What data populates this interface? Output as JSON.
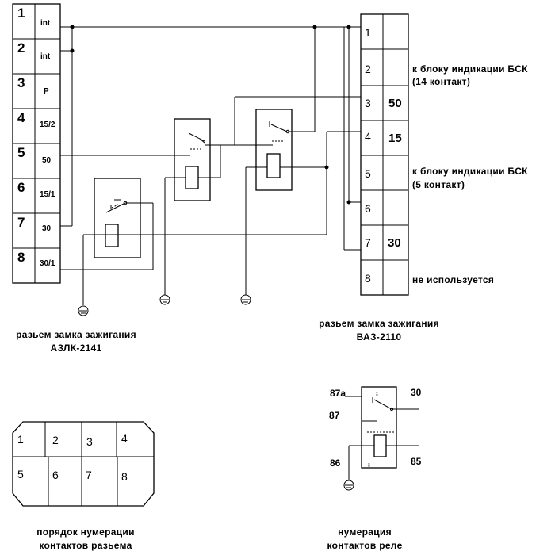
{
  "left_connector": {
    "rows": [
      {
        "num": "1",
        "label": "int"
      },
      {
        "num": "2",
        "label": "int"
      },
      {
        "num": "3",
        "label": "P"
      },
      {
        "num": "4",
        "label": "15/2"
      },
      {
        "num": "5",
        "label": "50"
      },
      {
        "num": "6",
        "label": "15/1"
      },
      {
        "num": "7",
        "label": "30"
      },
      {
        "num": "8",
        "label": "30/1"
      }
    ],
    "caption_line1": "разьем замка зажигания",
    "caption_line2": "АЗЛК-2141"
  },
  "right_connector": {
    "rows": [
      {
        "num": "1",
        "value": ""
      },
      {
        "num": "2",
        "value": ""
      },
      {
        "num": "3",
        "value": "50"
      },
      {
        "num": "4",
        "value": "15"
      },
      {
        "num": "5",
        "value": ""
      },
      {
        "num": "6",
        "value": ""
      },
      {
        "num": "7",
        "value": "30"
      },
      {
        "num": "8",
        "value": ""
      }
    ],
    "note_row2_line1": "к блоку индикации БСК",
    "note_row2_line2": "(14 контакт)",
    "note_row5_line1": "к блоку индикации БСК",
    "note_row5_line2": "(5 контакт)",
    "note_row8": "не используется",
    "caption_line1": "разьем замка зажигания",
    "caption_line2": "ВАЗ-2110"
  },
  "pin_order": {
    "pins": [
      "1",
      "2",
      "3",
      "4",
      "5",
      "6",
      "7",
      "8"
    ],
    "caption_line1": "порядок нумерации",
    "caption_line2": "контактов  разьема"
  },
  "relay_pinout": {
    "pin_87a": "87а",
    "pin_87": "87",
    "pin_86": "86",
    "pin_30": "30",
    "pin_85": "85",
    "caption_line1": "нумерация",
    "caption_line2": "контактов  реле"
  }
}
